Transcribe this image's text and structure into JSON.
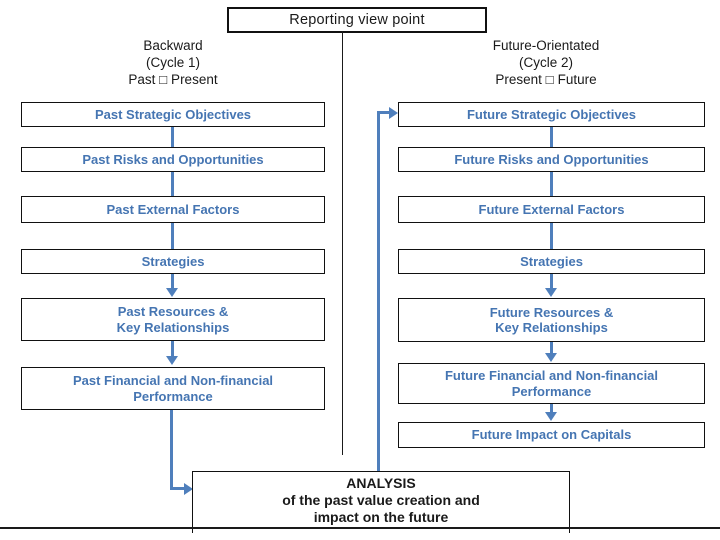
{
  "title": "Reporting view point",
  "left_column": {
    "header": "Backward\n(Cycle 1)\nPast □ Present",
    "boxes": [
      "Past Strategic Objectives",
      "Past Risks and Opportunities",
      "Past External Factors",
      "Strategies",
      "Past Resources &\nKey Relationships",
      "Past Financial and Non-financial\nPerformance"
    ]
  },
  "right_column": {
    "header": "Future-Orientated\n(Cycle 2)\nPresent □ Future",
    "boxes": [
      "Future Strategic Objectives",
      "Future Risks and Opportunities",
      "Future External Factors",
      "Strategies",
      "Future Resources &\nKey Relationships",
      "Future Financial and Non-financial\nPerformance",
      "Future Impact on Capitals"
    ]
  },
  "analysis_box": "ANALYSIS\nof the past value creation and\nimpact on the future",
  "colors": {
    "box_text": "#4575b2",
    "connector": "#4f7fbc",
    "box_border": "#111111",
    "heading_text": "#1a1a1a"
  }
}
